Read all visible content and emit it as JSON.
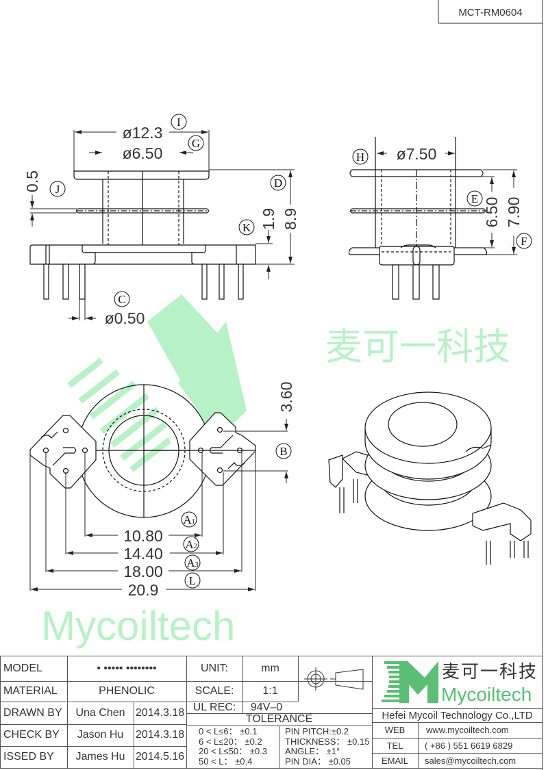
{
  "drawing_number": "MCT-RM0604",
  "watermark": {
    "chinese": "麦可一科技",
    "latin": "Mycoiltech",
    "color": "#b6f2c6"
  },
  "front_view": {
    "flange_diameter": "ø12.3",
    "flange_label": "I",
    "core_diameter": "ø6.50",
    "core_label": "G",
    "slot_thickness": "0.5",
    "slot_label": "J",
    "height_total": "8.9",
    "height_label": "D",
    "base_height": "1.9",
    "base_label": "K",
    "pin_diameter": "ø0.50",
    "pin_label": "C"
  },
  "side_view": {
    "inner_width": "ø7.50",
    "inner_label": "H",
    "winding_height": "6.50",
    "winding_label": "E",
    "overall_height": "7.90",
    "overall_label": "F"
  },
  "bottom_view": {
    "pin_offset": "3.60",
    "pin_offset_label": "B",
    "dims": [
      {
        "value": "10.80",
        "label": "A",
        "sub": "1"
      },
      {
        "value": "14.40",
        "label": "A",
        "sub": "2"
      },
      {
        "value": "18.00",
        "label": "A",
        "sub": "3"
      },
      {
        "value": "20.9",
        "label": "L",
        "sub": ""
      }
    ]
  },
  "title_block": {
    "model_label": "MODEL",
    "model_value": "• ••••• ••••••••",
    "material_label": "MATERIAL",
    "material_value": "PHENOLIC",
    "drawn_label": "DRAWN BY",
    "drawn_name": "Una Chen",
    "drawn_date": "2014.3.18",
    "check_label": "CHECK BY",
    "check_name": "Jason Hu",
    "check_date": "2014.3.18",
    "issued_label": "ISSED BY",
    "issued_name": "James Hu",
    "issued_date": "2014.5.16",
    "unit_label": "UNIT:",
    "unit_value": "mm",
    "scale_label": "SCALE:",
    "scale_value": "1:1",
    "ul_label": "UL REC:",
    "ul_value": "94V–0",
    "tolerance_title": "TOLERANCE",
    "tolerance_ranges": [
      "0 < L≤6： ±0.1",
      "6 < L≤20： ±0.2",
      "20 < L≤50： ±0.3",
      "50 < L： ±0.4"
    ],
    "tolerance_other": [
      "PIN PITCH:±0.2",
      "THICKNESS： ±0.15",
      "ANGLE： ±1°",
      "PIN DIA： ±0.05"
    ]
  },
  "company": {
    "logo_cn": "麦可一科技",
    "logo_en": "Mycoiltech",
    "brand_color": "#5bbf73",
    "name": "Hefei Mycoil Technology Co.,LTD",
    "web_label": "WEB",
    "web": "www.mycoiltech.com",
    "tel_label": "TEL",
    "tel": "( +86 ) 551 6619 6829",
    "email_label": "EMAIL",
    "email": "sales@mycoiltech.com"
  }
}
